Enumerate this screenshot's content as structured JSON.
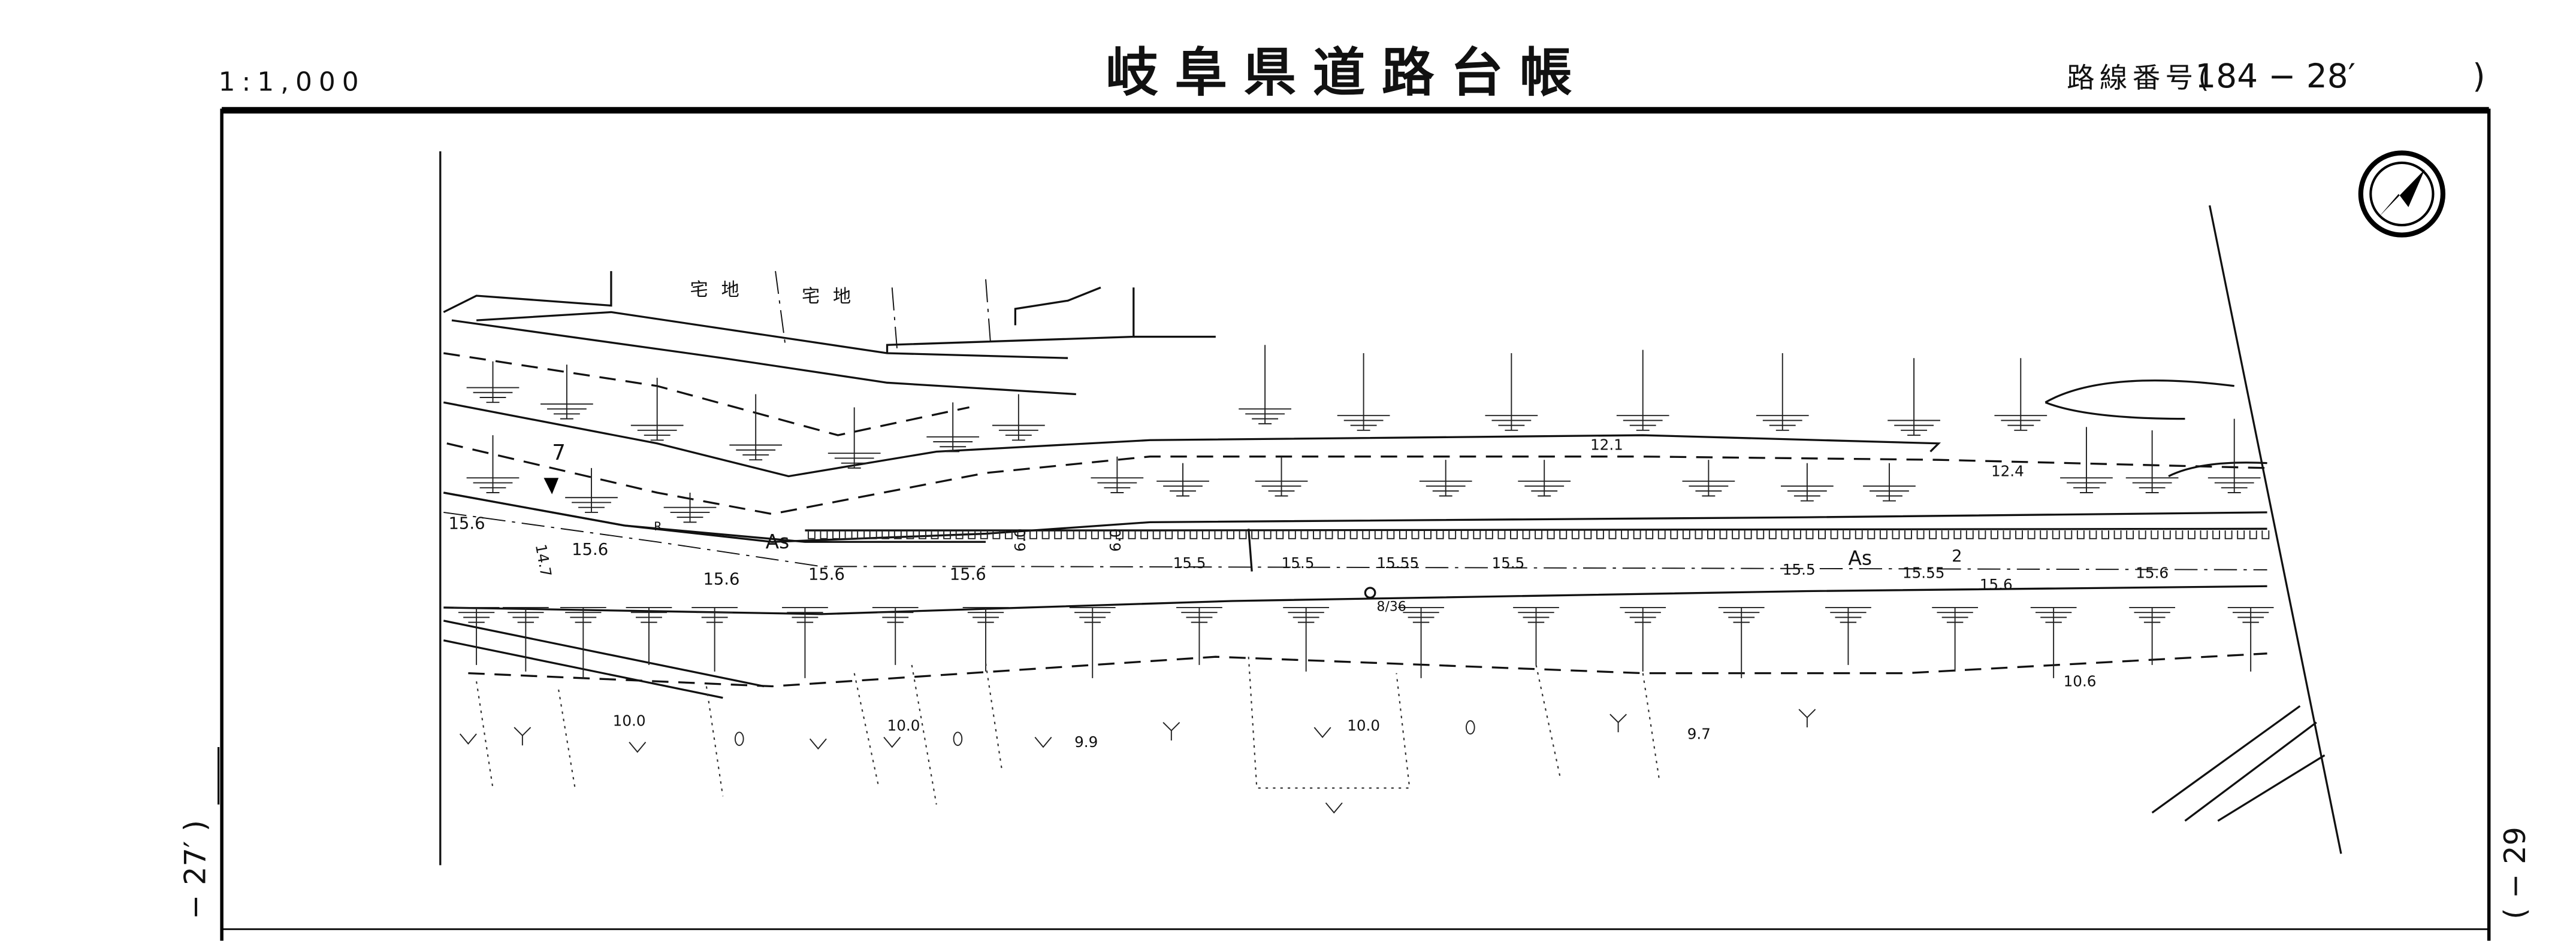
{
  "header": {
    "scale": "1:1,000",
    "title": "岐阜県道路台帳",
    "route_label": "路線番号(",
    "route_number": "184 − 28′",
    "route_close": ")"
  },
  "side_labels": {
    "left": "− 27′ )",
    "right": "( − 29"
  },
  "map_labels": {
    "land_use": [
      "宅地",
      "宅地"
    ],
    "surface": [
      "As",
      "As"
    ],
    "marks": [
      "7",
      "R",
      "2"
    ],
    "widths": [
      "14.7",
      "6.0",
      "6.0"
    ],
    "benchmark": "8/36",
    "elevations": [
      "15.6",
      "15.6",
      "15.6",
      "15.6",
      "15.6",
      "15.6",
      "15.6",
      "15.5",
      "15.5",
      "15.55",
      "15.5",
      "15.5",
      "15.55",
      "12.1",
      "12.4",
      "10.6",
      "10.0",
      "10.0",
      "10.0",
      "9.9",
      "9.7"
    ]
  },
  "north_arrow": "north-arrow"
}
